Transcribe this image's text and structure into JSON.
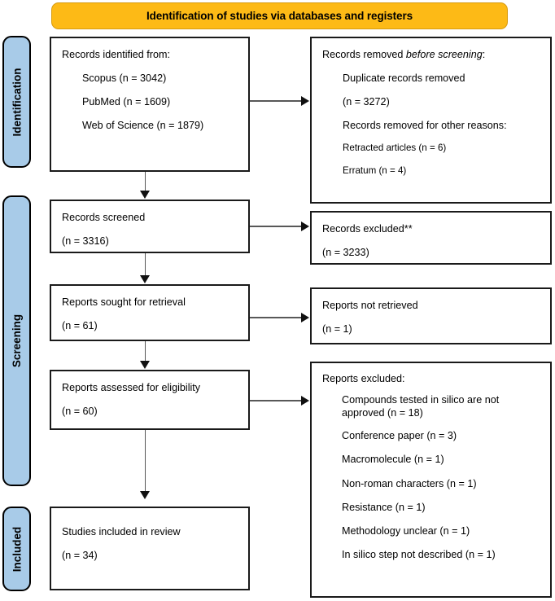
{
  "diagram": {
    "title": "Identification of studies via databases and registers",
    "type": "PRISMA flow diagram"
  },
  "colors": {
    "banner_fill": "#FDBA16",
    "banner_border": "#D79B10",
    "stage_tab_fill": "#A8CBE8",
    "box_border": "#1a1a1a",
    "connector": "#585858"
  },
  "stages": [
    {
      "label": "Identification"
    },
    {
      "label": "Screening"
    },
    {
      "label": "Included"
    }
  ],
  "boxes": {
    "records_identified": {
      "heading": "Records identified from:",
      "items": [
        "Scopus (n = 3042)",
        "PubMed (n = 1609)",
        "Web of Science (n = 1879)"
      ]
    },
    "records_removed": {
      "heading_prefix": "Records removed ",
      "heading_italic": "before screening",
      "heading_suffix": ":",
      "duplicate_label": "Duplicate records removed",
      "duplicate_count": "(n = 3272)",
      "other_reasons_label": "Records removed for other reasons:",
      "other_reasons": [
        "Retracted articles  (n = 6)",
        "Erratum (n = 4)"
      ]
    },
    "records_screened": {
      "label": "Records screened",
      "count": "(n = 3316)"
    },
    "records_excluded": {
      "label": "Records excluded**",
      "count": "(n = 3233)"
    },
    "reports_sought": {
      "label": "Reports sought for retrieval",
      "count": "(n = 61)"
    },
    "reports_not_retrieved": {
      "label": "Reports not retrieved",
      "count": "(n = 1)"
    },
    "reports_assessed": {
      "label": "Reports assessed for eligibility",
      "count": "(n = 60)"
    },
    "reports_excluded": {
      "heading": "Reports excluded:",
      "reasons": [
        "Compounds tested in silico are not approved (n = 18)",
        "Conference paper (n = 3)",
        "Macromolecule (n = 1)",
        "Non-roman characters (n = 1)",
        "Resistance (n = 1)",
        "Methodology unclear (n = 1)",
        "In silico step not described (n = 1)"
      ]
    },
    "studies_included": {
      "label": "Studies included in review",
      "count": "(n = 34)"
    }
  }
}
